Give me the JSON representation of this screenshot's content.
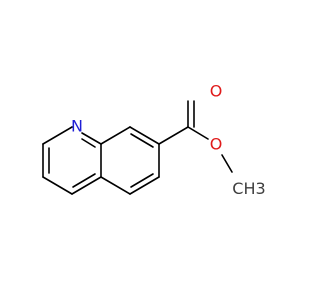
{
  "molecule": {
    "atoms": {
      "nitrogen": "N",
      "carbonyl_oxygen": "O",
      "ether_oxygen": "O",
      "methyl": "CH3"
    },
    "colors": {
      "bond": "#000000",
      "nitrogen": "#1f1fd6",
      "oxygen": "#e01b1b",
      "carbon": "#3f3f3f"
    }
  }
}
